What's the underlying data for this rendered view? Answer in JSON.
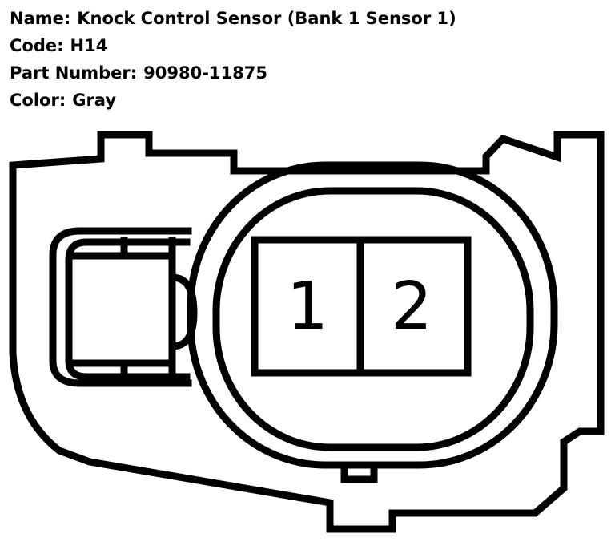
{
  "connector": {
    "name_label": "Name:",
    "name_value": "Knock Control Sensor (Bank 1 Sensor 1)",
    "code_label": "Code:",
    "code_value": "H14",
    "part_label": "Part Number:",
    "part_value": "90980-11875",
    "color_label": "Color:",
    "color_value": "Gray"
  },
  "pins": [
    {
      "label": "1"
    },
    {
      "label": "2"
    }
  ],
  "colors": {
    "line": "#000000",
    "background": "#ffffff"
  }
}
